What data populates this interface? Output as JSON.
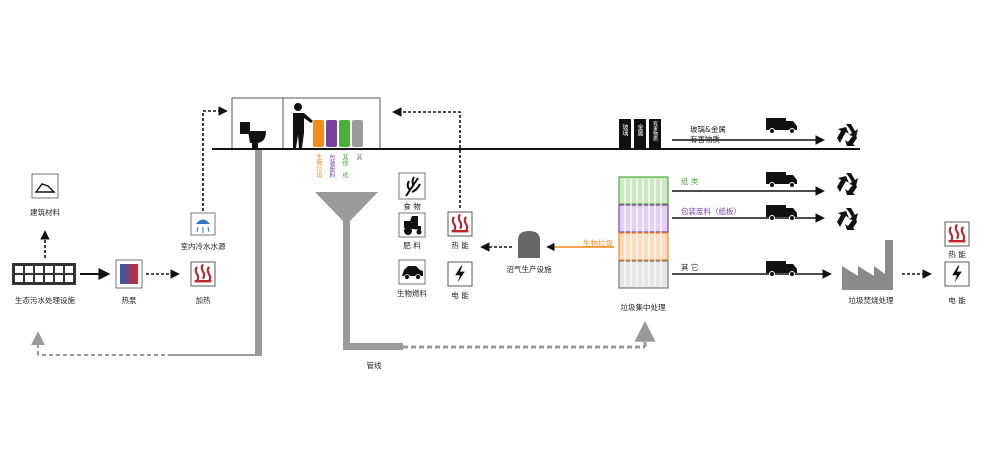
{
  "labels": {
    "building_materials": "建筑材料",
    "eco_sewage": "生态污水处理设施",
    "heat_pump": "热泵",
    "heating": "加热",
    "indoor_cold_water": "室内冷水水源",
    "pipeline": "管线",
    "food": "食 物",
    "fertilizer": "肥 料",
    "biofuel": "生物燃料",
    "heat_energy_mid": "热 能",
    "electricity_mid": "电 能",
    "biogas_facility": "沼气生产设施",
    "bio_waste": "生物垃圾",
    "central_processing": "垃圾集中处理",
    "glass_metal": "玻璃&金属",
    "hazardous": "有害物质",
    "paper": "纸 类",
    "packaging": "包装废料（纸板）",
    "other": "其 它",
    "incineration": "垃圾焚烧处理",
    "heat_energy_right": "热 能",
    "electricity_right": "电 能"
  },
  "bin_labels": {
    "bin1": "生物垃圾",
    "bin2": "包装废料",
    "bin3": "其他",
    "bin4": "纸",
    "bin5": "其"
  },
  "drum_labels": {
    "d1": "玻璃",
    "d2": "金属",
    "d3": "有害物质"
  },
  "colors": {
    "bio_orange": "#f28a1e",
    "packaging_purple": "#7b3fa0",
    "paper_green": "#4caf3a",
    "icon_red": "#c0272d",
    "pipe_gray": "#9a9a9a",
    "line_black": "#111111"
  },
  "icons": {
    "recycle": "recycle-icon",
    "truck": "truck-icon",
    "heat": "heat-icon",
    "electric": "electric-icon",
    "shower": "shower-icon",
    "toilet": "toilet-icon",
    "person": "person-icon",
    "factory": "factory-icon",
    "wheat": "wheat-icon",
    "tractor": "tractor-icon",
    "car": "car-icon",
    "building": "building-icon",
    "biogas_tank": "biogas-tank-icon"
  }
}
